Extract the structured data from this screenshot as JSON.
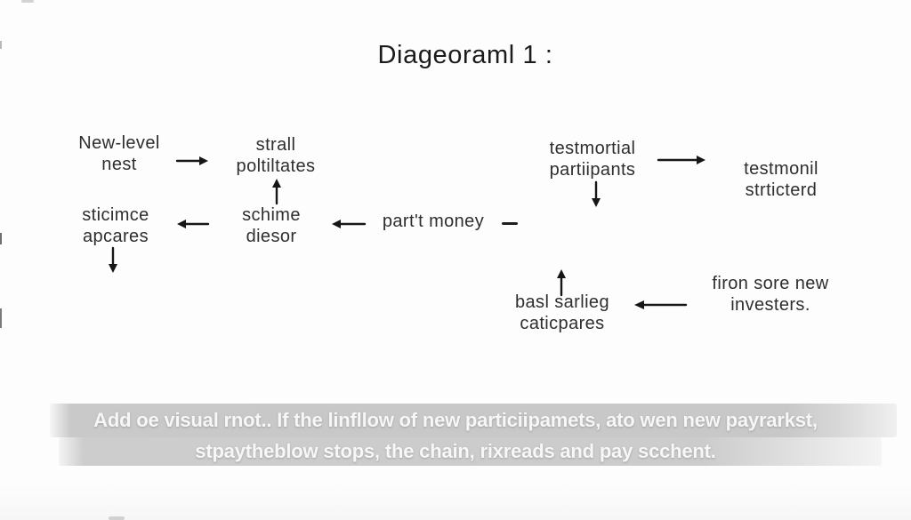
{
  "title": "Diageoraml 1 :",
  "diagram": {
    "nodes": {
      "new_level_nest": {
        "label": "New-level\nnest"
      },
      "strall_poltiltates": {
        "label": "strall\npoltiltates"
      },
      "sticimce_apcares": {
        "label": "sticimce\napcares"
      },
      "schime_diesor": {
        "label": "schime\ndiesor"
      },
      "partt_money": {
        "label": "part't money"
      },
      "testmortial_partiipants": {
        "label": "testmortial\npartiipants"
      },
      "testmonil_strticterd": {
        "label": "testmonil\nstrticterd"
      },
      "basl_sarlieg_caticpares": {
        "label": "basl sarlieg\ncaticpares"
      },
      "firon_sore_new_investers": {
        "label": "firon sore new\ninvesters."
      }
    },
    "arrows": [
      {
        "direction": "right",
        "between": "New-level nest → strall poltiltates"
      },
      {
        "direction": "up",
        "between": "schime diesor → strall poltiltates"
      },
      {
        "direction": "left",
        "between": "schime diesor → sticimce apcares"
      },
      {
        "direction": "left",
        "between": "part't money → schime diesor"
      },
      {
        "direction": "down",
        "between": "sticimce apcares ↓"
      },
      {
        "direction": "right",
        "between": "testmortial partiipants → testmonil strticterd"
      },
      {
        "direction": "down",
        "between": "testmortial partiipants ↓"
      },
      {
        "direction": "up",
        "between": "basl sarlieg caticpares ↑"
      },
      {
        "direction": "left",
        "between": "firon sore new investers. → basl sarlieg caticpares"
      },
      {
        "direction": "dash",
        "between": "part't money —"
      }
    ]
  },
  "caption": {
    "line1": "Add oe visual rnot.. If the linfllow of new particiipamets, ato wen new payrarkst,",
    "line2": "stpaytheblow stops, the chain, rixreads and pay scchent."
  },
  "colors": {
    "background": "#fdfdfd",
    "diagram_text": "#2e2e2e",
    "arrow": "#161616",
    "caption_band": "#c6c6c6",
    "caption_text": "#f7f7f7"
  }
}
